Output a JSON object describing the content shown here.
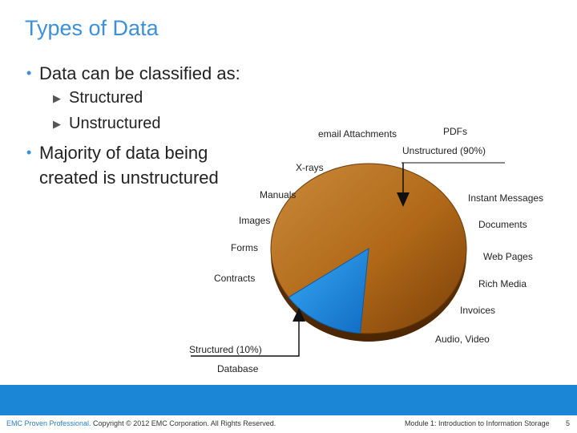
{
  "slide": {
    "title": "Types of Data",
    "bullets": [
      {
        "text": "Data can be classified as:"
      },
      {
        "text": "Majority of data being created is unstructured"
      }
    ],
    "sub_bullets": [
      "Structured",
      "Unstructured"
    ]
  },
  "labels": {
    "email": "email Attachments",
    "pdfs": "PDFs",
    "unstructured": "Unstructured (90%)",
    "xrays": "X-rays",
    "manuals": "Manuals",
    "instant_messages": "Instant Messages",
    "images": "Images",
    "documents": "Documents",
    "forms": "Forms",
    "web_pages": "Web Pages",
    "contracts": "Contracts",
    "rich_media": "Rich Media",
    "invoices": "Invoices",
    "audio_video": "Audio, Video",
    "structured": "Structured (10%)",
    "database": "Database"
  },
  "chart_data": {
    "type": "pie",
    "categories": [
      "Unstructured",
      "Structured"
    ],
    "values": [
      90,
      10
    ],
    "colors": [
      "#b46a1a",
      "#1b8fe6"
    ]
  },
  "footer": {
    "brand": "EMC Proven Professional.",
    "copyright": " Copyright © 2012 EMC Corporation. All Rights Reserved.",
    "module": "Module 1: Introduction to Information Storage",
    "page": "5"
  },
  "colors": {
    "accent": "#3d8fd6",
    "footer_bar": "#1b85d6"
  }
}
